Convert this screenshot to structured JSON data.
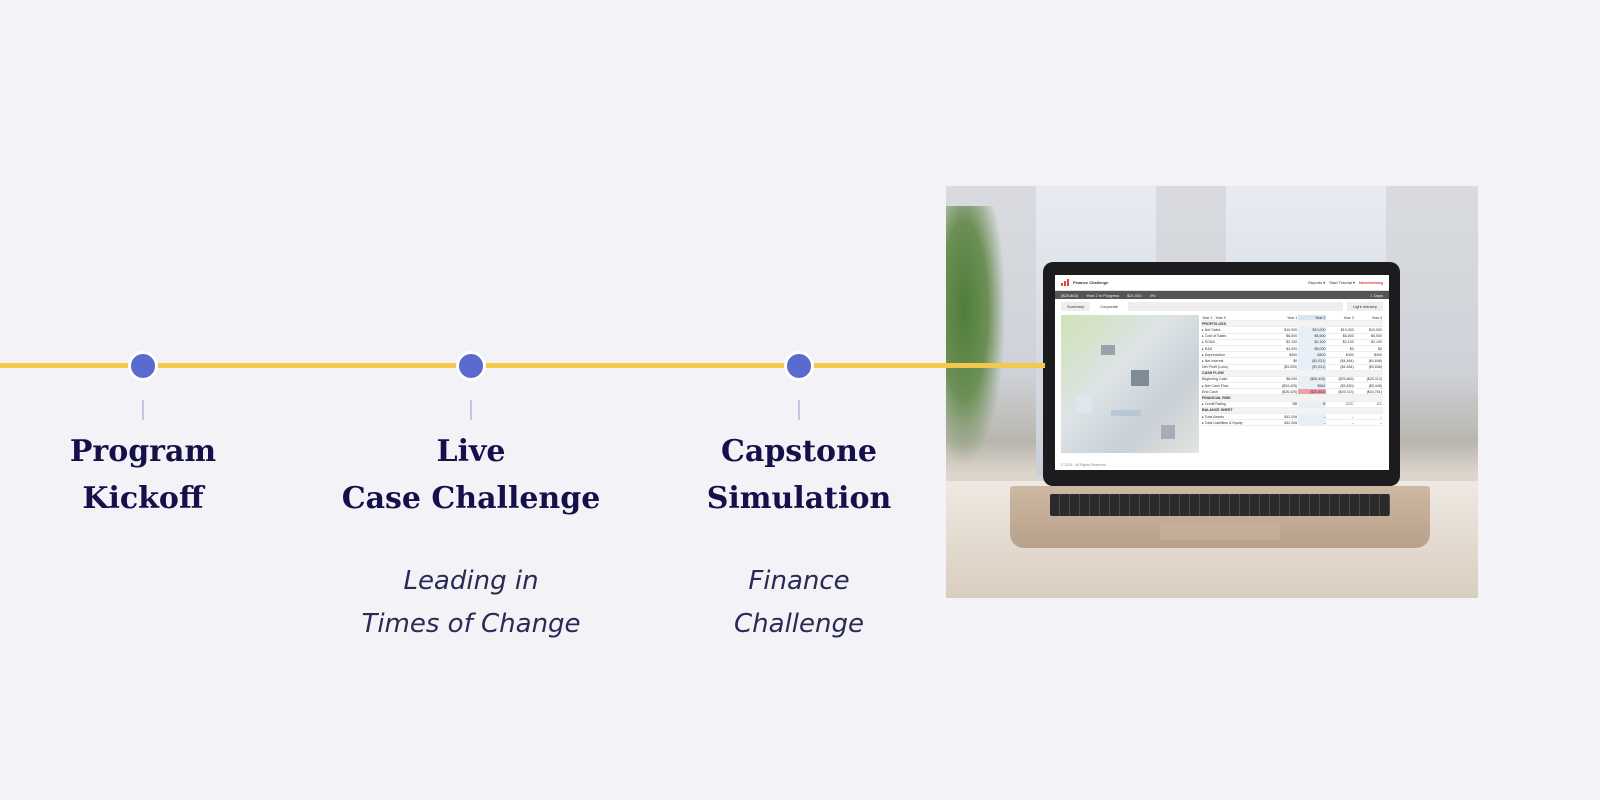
{
  "timeline": [
    {
      "title": "Program\nKickoff",
      "subtitle": ""
    },
    {
      "title": "Live\nCase Challenge",
      "subtitle": "Leading in\nTimes of Change"
    },
    {
      "title": "Capstone\nSimulation",
      "subtitle": "Finance\nChallenge"
    }
  ],
  "colors": {
    "line": "#f2c94c",
    "dot": "#5a6bcf",
    "title": "#15104a"
  },
  "screen": {
    "app_title": "Finance Challenge",
    "menu": [
      "Reports ▾",
      "Start Tutorial ▾"
    ],
    "brand": "Nexelenberg",
    "status": [
      "($25,863)",
      "Year 2  In Progress",
      "$21,000",
      "4%"
    ],
    "days": "1 Days",
    "tabs": [
      "Summary",
      "Corporate"
    ],
    "industry": "Light Industry",
    "columns": [
      "Year 1 - Year 5",
      "Year 1",
      "Year 2",
      "Year 3",
      "Year 4"
    ],
    "rows": [
      {
        "section": "PROFIT/LOSS"
      },
      {
        "label": "▸ Net Sales",
        "v": [
          "$10,000",
          "$10,000",
          "$10,000",
          "$10,000"
        ]
      },
      {
        "label": "▸ Cost of Sales",
        "v": [
          "$6,500",
          "$6,500",
          "$6,500",
          "$6,500"
        ]
      },
      {
        "label": "▸ SG&A",
        "v": [
          "$2,100",
          "$2,100",
          "$2,100",
          "$2,100"
        ]
      },
      {
        "label": "▸ R&D",
        "v": [
          "$4,000",
          "$5,000",
          "$0",
          "$0"
        ]
      },
      {
        "label": "▸ Depreciation",
        "v": [
          "$400",
          "$400",
          "$400",
          "$400"
        ]
      },
      {
        "label": "▸ Net Interest",
        "v": [
          "$0",
          "($1,021)",
          "($4,484)",
          "($4,848)"
        ]
      },
      {
        "label": "Net Profit (Loss)",
        "v": [
          "($3,000)",
          "($7,021)",
          "($4,484)",
          "($3,848)"
        ]
      },
      {
        "section": "CASH FLOW"
      },
      {
        "label": "Beginning Cash",
        "v": [
          "$8,000",
          "($26,425)",
          "($25,863)",
          "($29,313)"
        ]
      },
      {
        "label": "▸ Net Cash Flow",
        "v": [
          "($34,425)",
          "$562",
          "($3,450)",
          "($5,448)"
        ]
      },
      {
        "label": "End Cash",
        "v": [
          "($26,425)",
          "($25,863)",
          "($29,313)",
          "($34,761)"
        ]
      },
      {
        "section": "FINANCIAL RISK"
      },
      {
        "label": "▸ Credit Rating",
        "v": [
          "BB",
          "B",
          "CCC",
          "CC"
        ]
      },
      {
        "section": "BALANCE SHEET"
      },
      {
        "label": "▸ Total Assets",
        "v": [
          "$42,008",
          "–",
          "–",
          "–"
        ]
      },
      {
        "label": "▸ Total Liabilities & Equity",
        "v": [
          "$42,008",
          "–",
          "–",
          "–"
        ]
      }
    ],
    "footer": "© 2025 · All Rights Reserved"
  }
}
